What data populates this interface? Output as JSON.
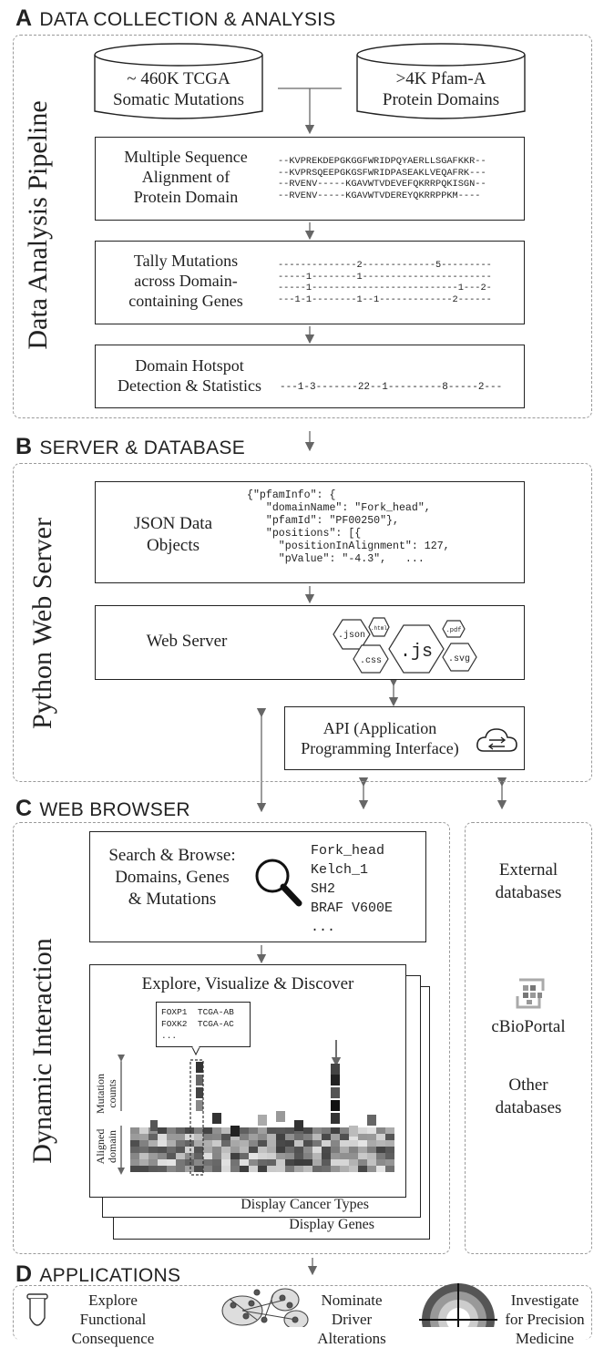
{
  "sectionA": {
    "letter": "A",
    "title": "DATA COLLECTION & ANALYSIS",
    "side_label": "Data Analysis Pipeline",
    "db1": [
      "~ 460K TCGA",
      "Somatic Mutations"
    ],
    "db2": [
      ">4K Pfam-A",
      "Protein Domains"
    ],
    "step1": {
      "label": [
        "Multiple Sequence",
        "Alignment of",
        "Protein Domain"
      ],
      "seq": [
        "--KVPREKDEPGKGGFWRIDPQYAERLLSGAFKKR--",
        "--KVPRSQEEPGKGSFWRIDPASEAKLVEQAFRK---",
        "--RVENV-----KGAVWTVDEVEFQKRRPQKISGN--",
        "--RVENV-----KGAVWTVDEREYQKRRPPKM----"
      ]
    },
    "step2": {
      "label": [
        "Tally Mutations",
        "across Domain-",
        "containing Genes"
      ],
      "seq": [
        "--------------2-------------5---------",
        "-----1--------1-----------------------",
        "-----1--------------------------1---2-",
        "---1-1--------1--1-------------2------"
      ]
    },
    "step3": {
      "label": [
        "Domain Hotspot",
        "Detection & Statistics"
      ],
      "seq": "---1-3-------22--1---------8-----2---"
    }
  },
  "sectionB": {
    "letter": "B",
    "title": "SERVER & DATABASE",
    "side_label": "Python Web Server",
    "json_label": [
      "JSON Data",
      "Objects"
    ],
    "json_code": [
      "{\"pfamInfo\": {",
      "   \"domainName\": \"Fork_head\",",
      "   \"pfamId\": \"PF00250\"},",
      "   \"positions\": [{",
      "     \"positionInAlignment\": 127,",
      "     \"pValue\": \"-4.3\",   ..."
    ],
    "web_server_label": "Web Server",
    "file_types": [
      ".json",
      ".html",
      ".js",
      ".pdf",
      ".css",
      ".svg"
    ],
    "api_label": [
      "API (Application",
      "Programming Interface)"
    ]
  },
  "sectionC": {
    "letter": "C",
    "title": "WEB BROWSER",
    "side_label": "Dynamic Interaction",
    "search_label": [
      "Search & Browse:",
      "Domains, Genes",
      "& Mutations"
    ],
    "search_terms": [
      "Fork_head",
      "Kelch_1",
      "SH2",
      "BRAF V600E",
      "..."
    ],
    "explore_title": "Explore, Visualize & Discover",
    "tooltip": [
      "FOXP1  TCGA-AB",
      "FOXK2  TCGA-AC",
      "..."
    ],
    "y_label_counts": [
      "Mutation",
      "counts"
    ],
    "y_label_domain": [
      "Aligned",
      "domain"
    ],
    "display_cancer": "Display Cancer Types",
    "display_genes": "Display Genes",
    "external": [
      "External",
      "databases"
    ],
    "cbioportal": "cBioPortal",
    "other": [
      "Other",
      "databases"
    ]
  },
  "sectionD": {
    "letter": "D",
    "title": "APPLICATIONS",
    "apps": [
      {
        "label": [
          "Explore",
          "Functional",
          "Consequence"
        ],
        "icon": "test-tube-icon"
      },
      {
        "label": [
          "Nominate",
          "Driver",
          "Alterations"
        ],
        "icon": "network-icon"
      },
      {
        "label": [
          "Investigate",
          "for Precision",
          "Medicine"
        ],
        "icon": "target-icon"
      }
    ]
  }
}
